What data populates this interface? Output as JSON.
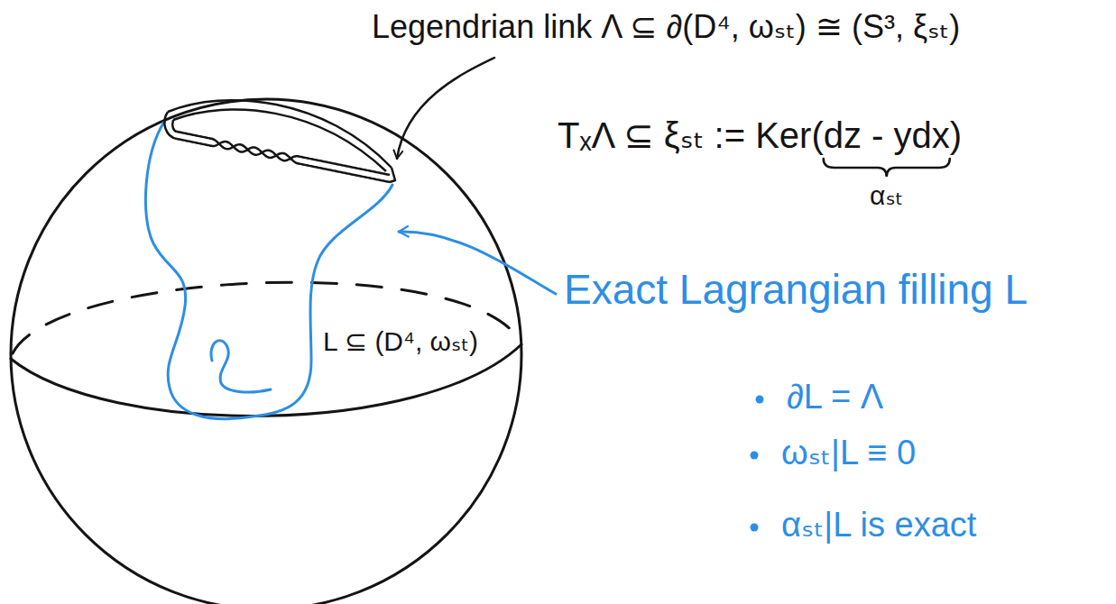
{
  "diagram": {
    "labels": [
      "Legendrian link Λ ⊆ ∂(D⁴, ωₛₜ) ≅ (S³, ξₛₜ)",
      "TₓΛ ⊆ ξₛₜ := Ker(dz - ydx)",
      "αₛₜ",
      "Exact Lagrangian filling L",
      "∂L = Λ",
      "ωₛₜ|L ≡ 0",
      "αₛₜ|L is exact",
      "L ⊆ (D⁴, ωₛₜ)"
    ]
  }
}
